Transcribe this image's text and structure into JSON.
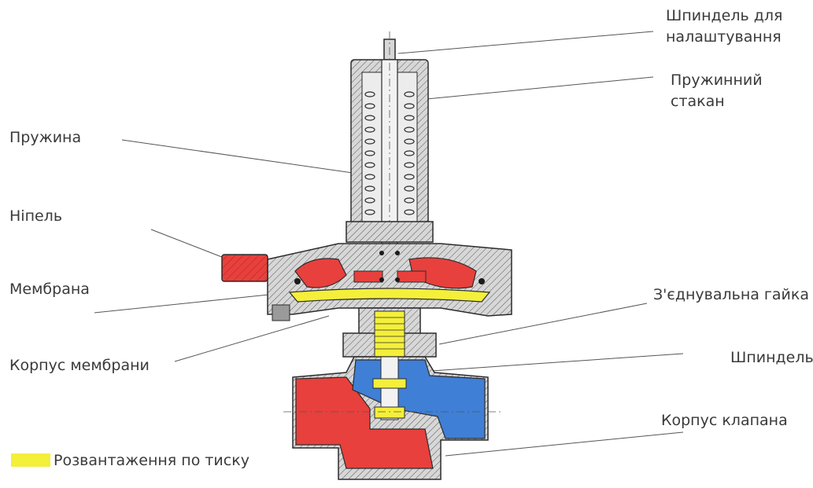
{
  "labels": {
    "spindle_adjust": [
      "Шпиндель для",
      "налаштування"
    ],
    "spring_cup": [
      "Пружинний",
      "стакан"
    ],
    "spring": "Пружина",
    "nipple": "Ніпель",
    "membrane": "Мембрана",
    "membrane_body": "Корпус мембрани",
    "union_nut": "З'єднувальна гайка",
    "spindle": "Шпиндель",
    "valve_body": "Корпус клапана"
  },
  "legend": {
    "label": "Розвантаження по тиску",
    "color": "#f4ef3a"
  },
  "colors": {
    "high_pressure": "#e8403c",
    "low_pressure": "#3f7fd6",
    "pressure_relief": "#f4ef3a",
    "metal": "#d7d7d7",
    "outline": "#2b2b2b",
    "leader": "#555555"
  }
}
